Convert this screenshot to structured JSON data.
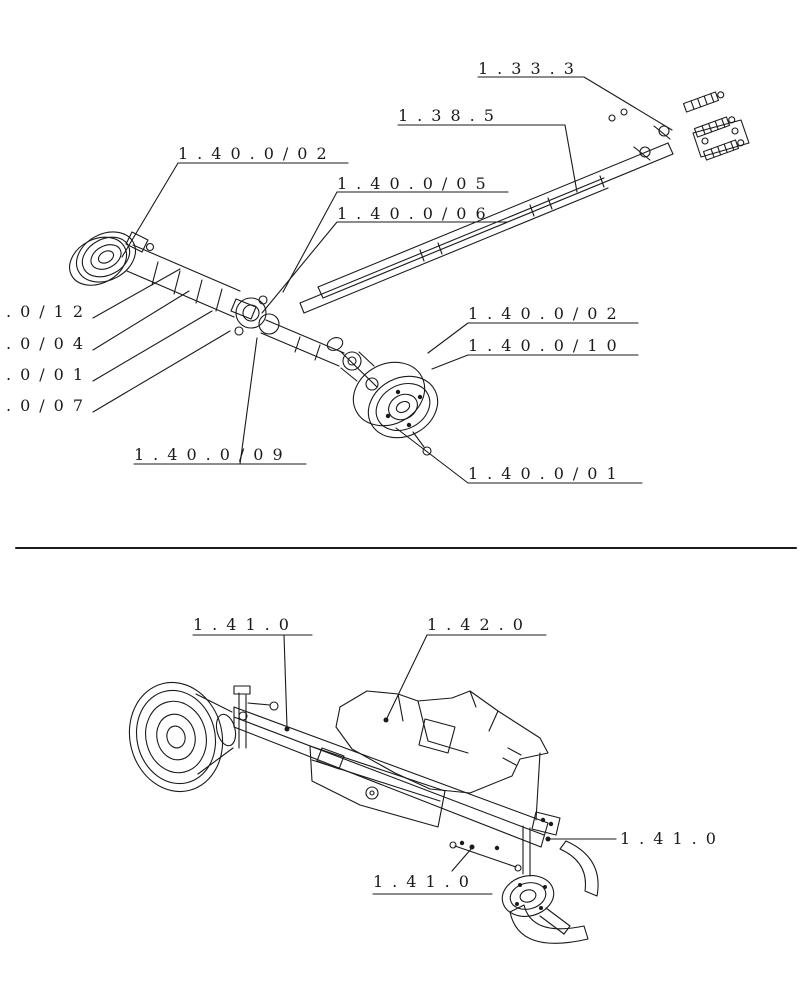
{
  "page": {
    "background": "#ffffff",
    "ink": "#1a1a1a"
  },
  "sections": {
    "top": {
      "callouts": [
        "1.33.3",
        "1.38.5",
        "1.40.0/02",
        "1.40.0/05",
        "1.40.0/06",
        ".0/12",
        ".0/04",
        ".0/01",
        ".0/07",
        "1.40.0/09",
        "1.40.0/02",
        "1.40.0/10",
        "1.40.0/01"
      ]
    },
    "bottom": {
      "callouts": [
        "1.41.0",
        "1.42.0",
        "1.41.0",
        "1.41.0"
      ]
    }
  }
}
